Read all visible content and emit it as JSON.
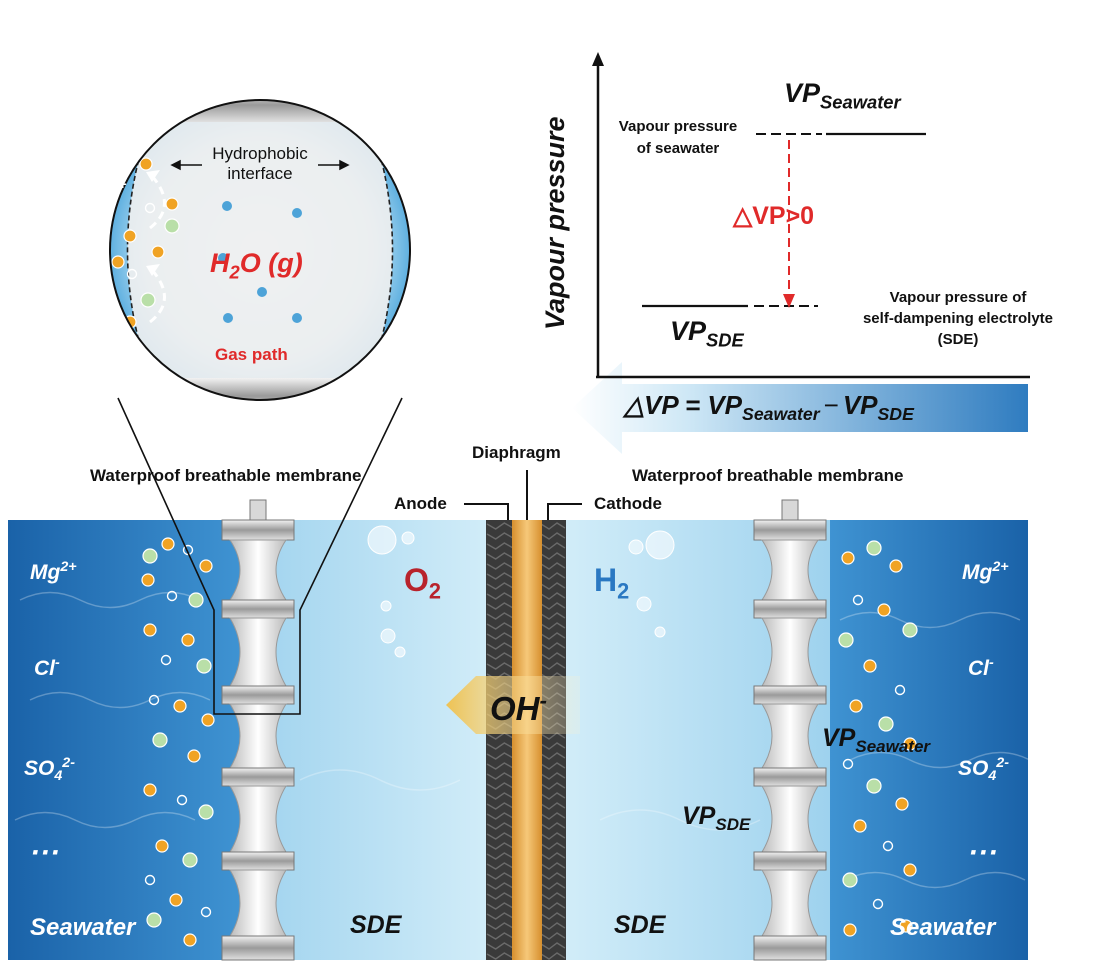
{
  "colors": {
    "seawater": "#1f6fb8",
    "sde": "#bfe4f6",
    "accent_red": "#e02a2a",
    "o2_red": "#b8232c",
    "h2_blue": "#2a78c2",
    "diaphragm": "#e8a64a"
  },
  "inset": {
    "hydrophobic": [
      "Hydrophobic",
      "interface"
    ],
    "vapor_label": "H",
    "vapor_sub": "2",
    "vapor_rest": "O (g)",
    "gas_path": "Gas path",
    "ions": [
      {
        "base": "Mg",
        "sup": "2+",
        "sub": ""
      },
      {
        "base": "Cl",
        "sup": "-",
        "sub": ""
      },
      {
        "base": "SO",
        "sub": "4",
        "sup": "2-"
      }
    ],
    "ellipsis": "···"
  },
  "graph": {
    "ylabel": "Vapour pressure",
    "vp_seawater": {
      "base": "VP",
      "sub": "Seawater"
    },
    "vp_sde": {
      "base": "VP",
      "sub": "SDE"
    },
    "seawater_desc": [
      "Vapour pressure",
      "of seawater"
    ],
    "sde_desc": [
      "Vapour pressure of",
      "self-dampening electrolyte",
      "(SDE)"
    ],
    "delta_positive": "△VP>0",
    "delta_eq": {
      "prefix": "△VP = VP",
      "sub1": "Seawater",
      "mid": "VP",
      "sub2": "SDE",
      "minus": "−"
    }
  },
  "labels": {
    "membrane_left": "Waterproof breathable membrane",
    "membrane_right": "Waterproof breathable membrane",
    "diaphragm": "Diaphragm",
    "anode": "Anode",
    "cathode": "Cathode"
  },
  "cell": {
    "o2": {
      "base": "O",
      "sub": "2"
    },
    "h2": {
      "base": "H",
      "sub": "2"
    },
    "oh": {
      "base": "OH",
      "sup": "-"
    },
    "sde_left": "SDE",
    "sde_right": "SDE",
    "seawater_left": "Seawater",
    "seawater_right": "Seawater",
    "vp_seawater": {
      "base": "VP",
      "sub": "Seawater"
    },
    "vp_sde": {
      "base": "VP",
      "sub": "SDE"
    },
    "ions": [
      {
        "base": "Mg",
        "sup": "2+",
        "sub": ""
      },
      {
        "base": "Cl",
        "sup": "-",
        "sub": ""
      },
      {
        "base": "SO",
        "sub": "4",
        "sup": "2-"
      }
    ],
    "ellipsis": "···"
  }
}
